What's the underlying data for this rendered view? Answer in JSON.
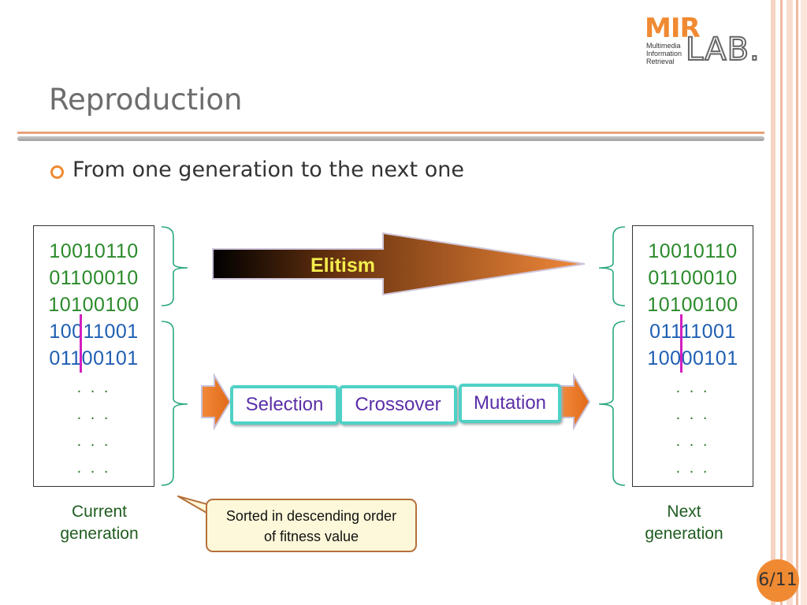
{
  "slide": {
    "title": "Reproduction",
    "subtitle": "From one generation to the next one",
    "page_number": "6/11"
  },
  "logo": {
    "big_text_1": "MIR",
    "big_text_2": "LAB.",
    "line1": "Multimedia",
    "line2": "Information",
    "line3": "Retrieval"
  },
  "current_generation": {
    "rows": [
      {
        "text": "10010110",
        "color": "#2b8a2b"
      },
      {
        "text": "01100010",
        "color": "#2b8a2b"
      },
      {
        "text": "10100100",
        "color": "#2b8a2b"
      },
      {
        "text": "10011001",
        "color": "#1f5fb3"
      },
      {
        "text": "01100101",
        "color": "#1f5fb3"
      }
    ],
    "dots": ". . .",
    "label_line1": "Current",
    "label_line2": "generation"
  },
  "next_generation": {
    "rows": [
      {
        "text": "10010110",
        "color": "#2b8a2b"
      },
      {
        "text": "01100010",
        "color": "#2b8a2b"
      },
      {
        "text": "10100100",
        "color": "#2b8a2b"
      },
      {
        "text": "01111001",
        "color": "#1f5fb3"
      },
      {
        "text": "10000101",
        "color": "#1f5fb3"
      }
    ],
    "dots": ". . .",
    "label_line1": "Next",
    "label_line2": "generation"
  },
  "elitism_label": "Elitism",
  "process": {
    "selection": "Selection",
    "crossover": "Crossover",
    "mutation": "Mutation"
  },
  "note": {
    "line1": "Sorted in descending order",
    "line2": "of fitness value"
  },
  "colors": {
    "accent_orange": "#f08a32",
    "elite_green": "#2b8a2b",
    "offspring_blue": "#1f5fb3",
    "cut_magenta": "#d21fc0",
    "process_border": "#4fd1c5"
  }
}
